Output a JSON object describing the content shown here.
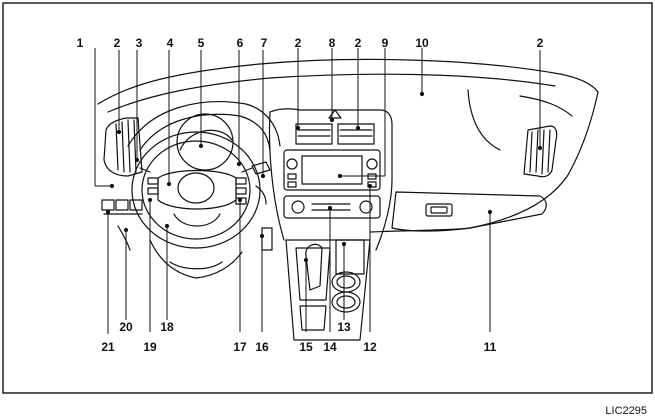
{
  "diagram": {
    "reference_code": "LIC2295",
    "callouts_top": [
      "1",
      "2",
      "3",
      "4",
      "5",
      "6",
      "7",
      "2",
      "8",
      "2",
      "9",
      "10",
      "2"
    ],
    "callouts_bottom": [
      "21",
      "20",
      "19",
      "18",
      "17",
      "16",
      "15",
      "14",
      "13",
      "12",
      "11"
    ],
    "line_color": "#111111"
  }
}
